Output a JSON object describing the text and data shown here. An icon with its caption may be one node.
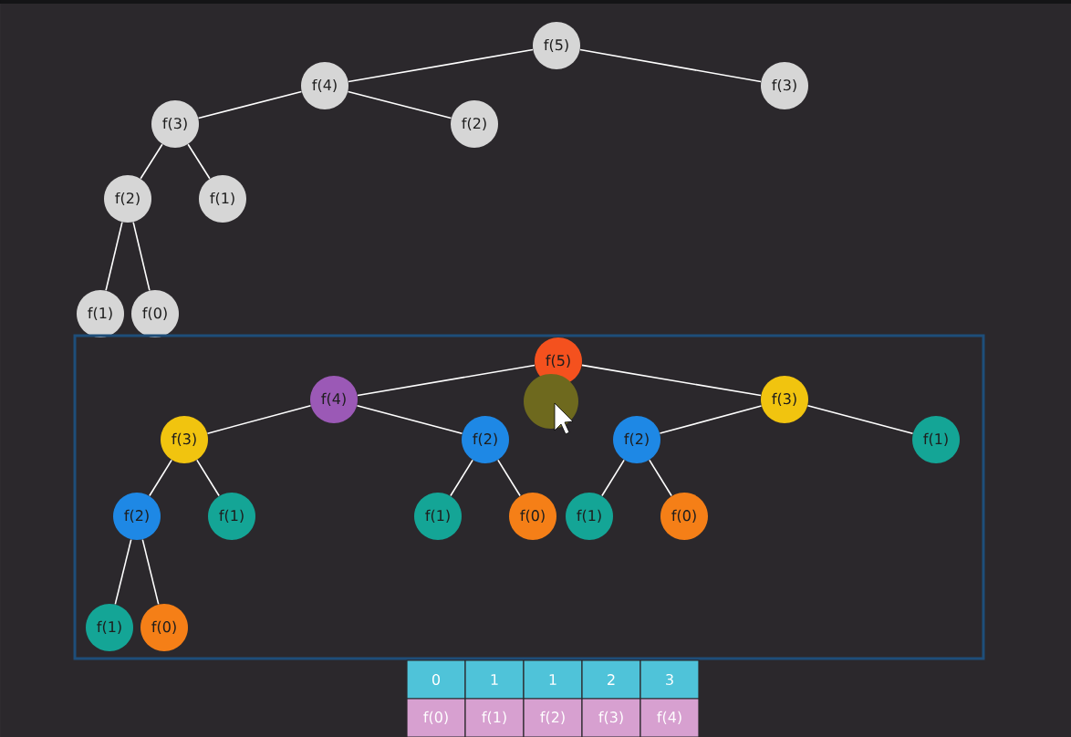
{
  "diagram": {
    "nodes": [
      {
        "text": [
          "f(5)"
        ]
      },
      {
        "text": [
          "f(4)"
        ]
      },
      {
        "text": [
          "f(3)"
        ]
      },
      {
        "text": [
          "f(3)"
        ]
      },
      {
        "text": [
          "f(2)"
        ]
      },
      {
        "text": [
          "f(2)"
        ]
      },
      {
        "text": [
          "f(1)"
        ]
      },
      {
        "text": [
          "f(1)"
        ]
      },
      {
        "text": [
          "f(0)"
        ]
      },
      {
        "text": [],
        "shape": "box"
      },
      {
        "text": [
          "f(5)"
        ],
        "in": 9
      },
      {
        "text": [
          "f(4)"
        ],
        "in": 9
      },
      {
        "text": [
          "f(3)"
        ],
        "in": 9
      },
      {
        "text": [
          "f(3)"
        ],
        "in": 9
      },
      {
        "text": [
          "f(2)"
        ],
        "in": 9
      },
      {
        "text": [
          "f(2)"
        ],
        "in": 9
      },
      {
        "text": [
          "f(1)"
        ],
        "in": 9
      },
      {
        "text": [
          "f(2)"
        ],
        "in": 9
      },
      {
        "text": [
          "f(1)"
        ],
        "in": 9
      },
      {
        "text": [
          "f(1)"
        ],
        "in": 9
      },
      {
        "text": [
          "f(0)"
        ],
        "in": 9
      },
      {
        "text": [
          "f(1)"
        ],
        "in": 9
      },
      {
        "text": [
          "f(0)"
        ],
        "in": 9
      },
      {
        "text": [
          "f(1)"
        ],
        "in": 9
      },
      {
        "text": [
          "f(0)"
        ],
        "in": 9
      }
    ],
    "edges": [
      {
        "from": 0,
        "to": 1,
        "arrow": "none"
      },
      {
        "from": 0,
        "to": 2,
        "arrow": "none"
      },
      {
        "from": 1,
        "to": 3,
        "arrow": "none"
      },
      {
        "from": 1,
        "to": 4,
        "arrow": "none"
      },
      {
        "from": 3,
        "to": 5,
        "arrow": "none"
      },
      {
        "from": 3,
        "to": 6,
        "arrow": "none"
      },
      {
        "from": 5,
        "to": 7,
        "arrow": "none"
      },
      {
        "from": 5,
        "to": 8,
        "arrow": "none"
      },
      {
        "from": 10,
        "to": 11,
        "arrow": "none"
      },
      {
        "from": 10,
        "to": 12,
        "arrow": "none"
      },
      {
        "from": 11,
        "to": 13,
        "arrow": "none"
      },
      {
        "from": 11,
        "to": 14,
        "arrow": "none"
      },
      {
        "from": 12,
        "to": 15,
        "arrow": "none"
      },
      {
        "from": 12,
        "to": 16,
        "arrow": "none"
      },
      {
        "from": 13,
        "to": 17,
        "arrow": "none"
      },
      {
        "from": 13,
        "to": 18,
        "arrow": "none"
      },
      {
        "from": 14,
        "to": 19,
        "arrow": "none"
      },
      {
        "from": 14,
        "to": 20,
        "arrow": "none"
      },
      {
        "from": 15,
        "to": 21,
        "arrow": "none"
      },
      {
        "from": 15,
        "to": 22,
        "arrow": "none"
      },
      {
        "from": 17,
        "to": 23,
        "arrow": "none"
      },
      {
        "from": 17,
        "to": 24,
        "arrow": "none"
      }
    ],
    "labels": [
      "0",
      "1",
      "1",
      "2",
      "3",
      "f(0)",
      "f(1)",
      "f(2)",
      "f(3)",
      "f(4)"
    ]
  }
}
